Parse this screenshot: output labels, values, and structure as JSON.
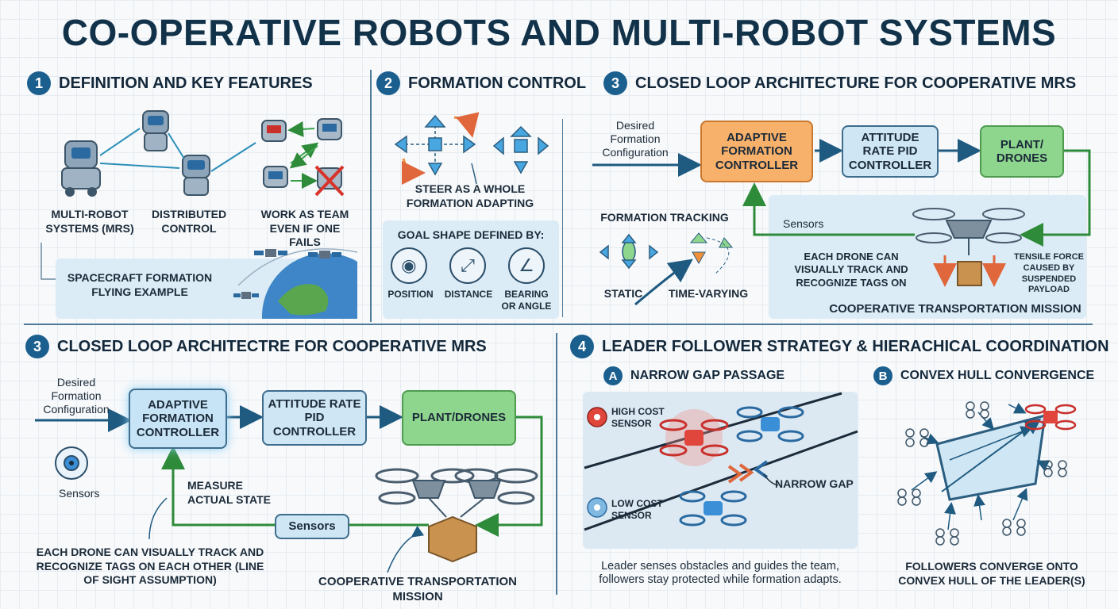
{
  "title": "CO-OPERATIVE ROBOTS AND MULTI-ROBOT SYSTEMS",
  "sec1": {
    "num": "1",
    "heading": "DEFINITION AND KEY FEATURES",
    "mrs_label": "MULTI-ROBOT SYSTEMS (MRS)",
    "distributed_label": "DISTRIBUTED CONTROL",
    "team_label": "WORK AS TEAM EVEN IF ONE FAILS",
    "spacecraft_label": "SPACECRAFT FORMATION FLYING EXAMPLE"
  },
  "sec2": {
    "num": "2",
    "heading": "FORMATION CONTROL",
    "steer_label": "STEER AS A WHOLE FORMATION ADAPTING",
    "goal_heading": "GOAL SHAPE DEFINED BY:",
    "goal_items": [
      "POSITION",
      "DISTANCE",
      "BEARING OR ANGLE"
    ]
  },
  "sec3a": {
    "num": "3",
    "heading": "CLOSED LOOP ARCHITECTURE FOR COOPERATIVE MRS",
    "desired": "Desired Formation Configuration",
    "adaptive": "ADAPTIVE FORMATION CONTROLLER",
    "attitude": "ATTITUDE RATE PID CONTROLLER",
    "plant": "PLANT/ DRONES",
    "sensors": "Sensors",
    "tracking_heading": "FORMATION TRACKING",
    "static": "STATIC",
    "time_varying": "TIME-VARYING",
    "each_drone": "EACH DRONE CAN VISUALLY TRACK AND RECOGNIZE TAGS ON",
    "tensile": "TENSILE FORCE CAUSED BY SUSPENDED PAYLOAD",
    "mission": "COOPERATIVE TRANSPORTATION MISSION"
  },
  "sec3b": {
    "num": "3",
    "heading": "CLOSED LOOP ARCHITECTRE FOR COOPERATIVE MRS",
    "desired": "Desired Formation Configuration",
    "adaptive": "ADAPTIVE FORMATION CONTROLLER",
    "attitude": "ATTITUDE RATE PID CONTROLLER",
    "plant": "PLANT/DRONES",
    "sensors_icon_label": "Sensors",
    "sensors_box": "Sensors",
    "measure": "MEASURE ACTUAL STATE",
    "each_drone": "EACH DRONE CAN VISUALLY TRACK AND RECOGNIZE TAGS ON EACH OTHER (LINE OF SIGHT ASSUMPTION)",
    "mission": "COOPERATIVE TRANSPORTATION MISSION"
  },
  "sec4": {
    "num": "4",
    "heading": "LEADER FOLLOWER STRATEGY & HIERACHICAL COORDINATION",
    "a_badge": "A",
    "a_heading": "NARROW GAP PASSAGE",
    "high_cost": "HIGH COST SENSOR",
    "low_cost": "LOW COST SENSOR",
    "narrow_gap": "NARROW GAP",
    "a_caption": "Leader senses obstacles and guides the team, followers stay protected while formation adapts.",
    "b_badge": "B",
    "b_heading": "CONVEX HULL CONVERGENCE",
    "b_caption": "FOLLOWERS CONVERGE ONTO CONVEX HULL OF THE LEADER(S)"
  },
  "colors": {
    "accent": "#1b5f8f",
    "orange": "#f8b16b",
    "green": "#8ed68e",
    "leader_red": "#e0463c",
    "follower_blue": "#3a8fd6"
  }
}
